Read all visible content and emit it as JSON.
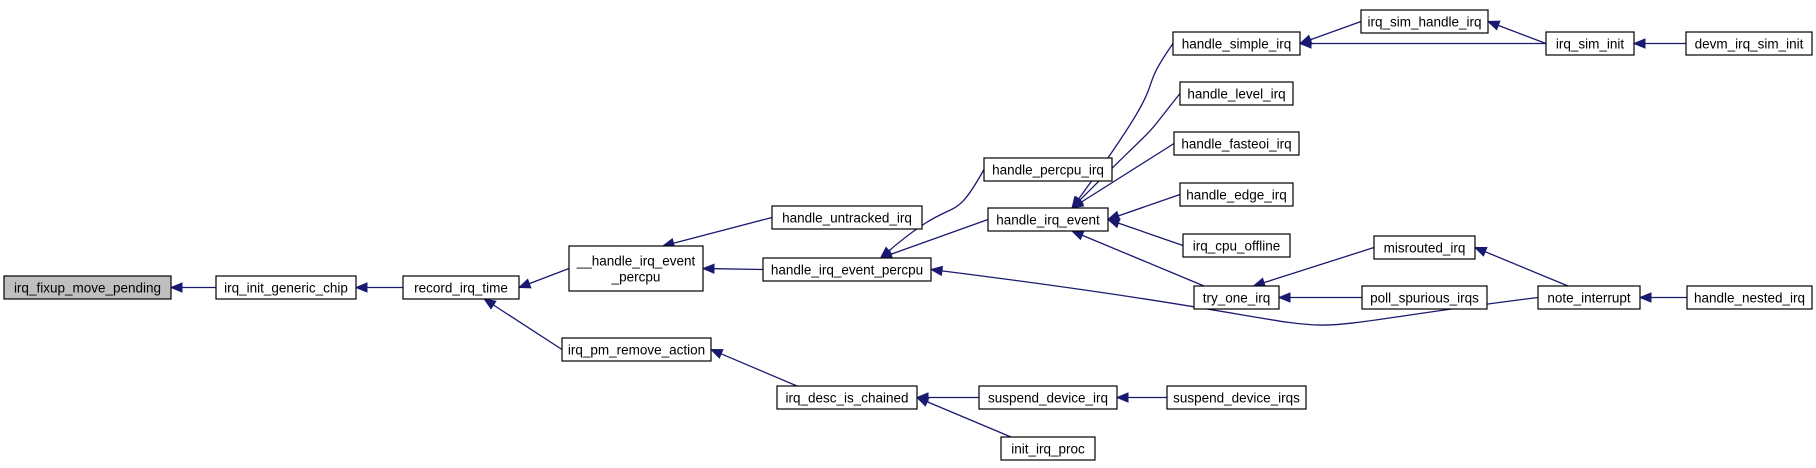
{
  "graph": {
    "edge_color": "#191970",
    "root_fill": "#bfbfbf",
    "node_fill": "#ffffff",
    "nodes": [
      {
        "id": "irq_fixup_move_pending",
        "lines": [
          "irq_fixup_move_pending"
        ],
        "root": true
      },
      {
        "id": "irq_init_generic_chip",
        "lines": [
          "irq_init_generic_chip"
        ]
      },
      {
        "id": "record_irq_time",
        "lines": [
          "record_irq_time"
        ]
      },
      {
        "id": "__handle_irq_event_percpu",
        "lines": [
          "__handle_irq_event",
          "_percpu"
        ]
      },
      {
        "id": "irq_pm_remove_action",
        "lines": [
          "irq_pm_remove_action"
        ]
      },
      {
        "id": "handle_untracked_irq",
        "lines": [
          "handle_untracked_irq"
        ]
      },
      {
        "id": "handle_irq_event_percpu",
        "lines": [
          "handle_irq_event_percpu"
        ]
      },
      {
        "id": "irq_desc_is_chained",
        "lines": [
          "irq_desc_is_chained"
        ]
      },
      {
        "id": "handle_percpu_irq",
        "lines": [
          "handle_percpu_irq"
        ]
      },
      {
        "id": "handle_irq_event",
        "lines": [
          "handle_irq_event"
        ]
      },
      {
        "id": "suspend_device_irq",
        "lines": [
          "suspend_device_irq"
        ]
      },
      {
        "id": "init_irq_proc",
        "lines": [
          "init_irq_proc"
        ]
      },
      {
        "id": "handle_simple_irq",
        "lines": [
          "handle_simple_irq"
        ]
      },
      {
        "id": "handle_level_irq",
        "lines": [
          "handle_level_irq"
        ]
      },
      {
        "id": "handle_fasteoi_irq",
        "lines": [
          "handle_fasteoi_irq"
        ]
      },
      {
        "id": "handle_edge_irq",
        "lines": [
          "handle_edge_irq"
        ]
      },
      {
        "id": "irq_cpu_offline",
        "lines": [
          "irq_cpu_offline"
        ]
      },
      {
        "id": "try_one_irq",
        "lines": [
          "try_one_irq"
        ]
      },
      {
        "id": "suspend_device_irqs",
        "lines": [
          "suspend_device_irqs"
        ]
      },
      {
        "id": "irq_sim_handle_irq",
        "lines": [
          "irq_sim_handle_irq"
        ]
      },
      {
        "id": "misrouted_irq",
        "lines": [
          "misrouted_irq"
        ]
      },
      {
        "id": "poll_spurious_irqs",
        "lines": [
          "poll_spurious_irqs"
        ]
      },
      {
        "id": "irq_sim_init",
        "lines": [
          "irq_sim_init"
        ]
      },
      {
        "id": "note_interrupt",
        "lines": [
          "note_interrupt"
        ]
      },
      {
        "id": "devm_irq_sim_init",
        "lines": [
          "devm_irq_sim_init"
        ]
      },
      {
        "id": "handle_nested_irq",
        "lines": [
          "handle_nested_irq"
        ]
      }
    ],
    "edges": [
      {
        "caller": "irq_init_generic_chip",
        "callee": "irq_fixup_move_pending"
      },
      {
        "caller": "record_irq_time",
        "callee": "irq_init_generic_chip"
      },
      {
        "caller": "__handle_irq_event_percpu",
        "callee": "record_irq_time"
      },
      {
        "caller": "irq_pm_remove_action",
        "callee": "record_irq_time"
      },
      {
        "caller": "handle_untracked_irq",
        "callee": "__handle_irq_event_percpu"
      },
      {
        "caller": "handle_irq_event_percpu",
        "callee": "__handle_irq_event_percpu"
      },
      {
        "caller": "handle_percpu_irq",
        "callee": "handle_irq_event_percpu"
      },
      {
        "caller": "handle_irq_event",
        "callee": "handle_irq_event_percpu"
      },
      {
        "caller": "note_interrupt",
        "callee": "handle_irq_event_percpu"
      },
      {
        "caller": "irq_desc_is_chained",
        "callee": "irq_pm_remove_action"
      },
      {
        "caller": "suspend_device_irq",
        "callee": "irq_desc_is_chained"
      },
      {
        "caller": "init_irq_proc",
        "callee": "irq_desc_is_chained"
      },
      {
        "caller": "suspend_device_irqs",
        "callee": "suspend_device_irq"
      },
      {
        "caller": "handle_simple_irq",
        "callee": "handle_irq_event"
      },
      {
        "caller": "handle_level_irq",
        "callee": "handle_irq_event"
      },
      {
        "caller": "handle_fasteoi_irq",
        "callee": "handle_irq_event"
      },
      {
        "caller": "handle_edge_irq",
        "callee": "handle_irq_event"
      },
      {
        "caller": "irq_cpu_offline",
        "callee": "handle_irq_event"
      },
      {
        "caller": "try_one_irq",
        "callee": "handle_irq_event"
      },
      {
        "caller": "irq_sim_handle_irq",
        "callee": "handle_simple_irq"
      },
      {
        "caller": "irq_sim_init",
        "callee": "handle_simple_irq"
      },
      {
        "caller": "irq_sim_init",
        "callee": "irq_sim_handle_irq"
      },
      {
        "caller": "devm_irq_sim_init",
        "callee": "irq_sim_init"
      },
      {
        "caller": "misrouted_irq",
        "callee": "try_one_irq"
      },
      {
        "caller": "poll_spurious_irqs",
        "callee": "try_one_irq"
      },
      {
        "caller": "note_interrupt",
        "callee": "misrouted_irq"
      },
      {
        "caller": "handle_nested_irq",
        "callee": "note_interrupt"
      }
    ]
  }
}
